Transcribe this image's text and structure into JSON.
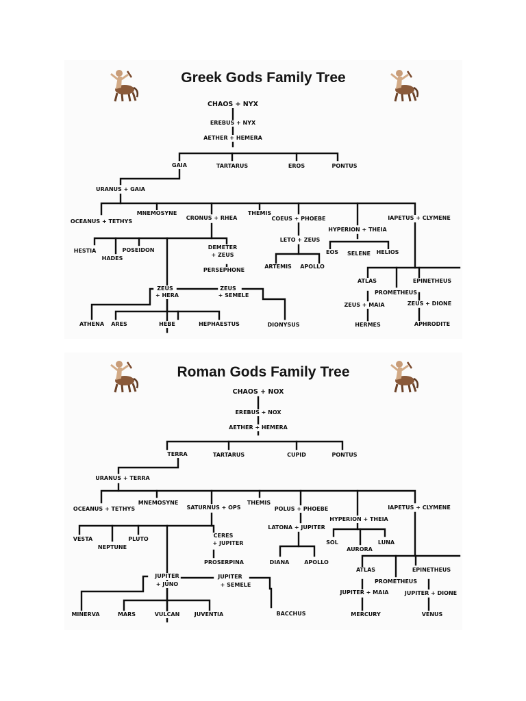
{
  "greek": {
    "title": "Greek Gods Family Tree",
    "labels": {
      "chaos": "CHAOS + NYX",
      "erebus": "EREBUS + NYX",
      "aether": "AETHER + HEMERA",
      "gaia": "GAIA",
      "tartarus": "TARTARUS",
      "eros": "EROS",
      "pontus": "PONTUS",
      "uranus": "URANUS + GAIA",
      "oceanus": "OCEANUS + TETHYS",
      "mnemosyne": "MNEMOSYNE",
      "cronus": "CRONUS + RHEA",
      "themis": "THEMIS",
      "coeus": "COEUS + PHOEBE",
      "hyperion": "HYPERION + THEIA",
      "iapetus": "IAPETUS + CLYMENE",
      "hestia": "HESTIA",
      "hades": "HADES",
      "poseidon": "POSEIDON",
      "demeter1": "DEMETER",
      "demeter2": "+ ZEUS",
      "persephone": "PERSEPHONE",
      "leto": "LETO + ZEUS",
      "artemis": "ARTEMIS",
      "apollo": "APOLLO",
      "eos": "EOS",
      "selene": "SELENE",
      "helios": "HELIOS",
      "atlas": "ATLAS",
      "prometheus": "PROMETHEUS",
      "epimetheus": "EPINETHEUS",
      "zeusmaia": "ZEUS + MAIA",
      "zeusdione": "ZEUS + DIONE",
      "hermes": "HERMES",
      "aphrodite": "APHRODITE",
      "zeushera1": "ZEUS",
      "zeushera2": "+ HERA",
      "zeussemele1": "ZEUS",
      "zeussemele2": "+ SEMELE",
      "athena": "ATHENA",
      "ares": "ARES",
      "hebe": "HEBE",
      "hephaestus": "HEPHAESTUS",
      "dionysus": "DIONYSUS"
    }
  },
  "roman": {
    "title": "Roman Gods Family Tree",
    "labels": {
      "chaos": "CHAOS + NOX",
      "erebus": "EREBUS + NOX",
      "aether": "AETHER + HEMERA",
      "terra": "TERRA",
      "tartarus": "TARTARUS",
      "cupid": "CUPID",
      "pontus": "PONTUS",
      "uranus": "URANUS + TERRA",
      "oceanus": "OCEANUS + TETHYS",
      "mnemosyne": "MNEMOSYNE",
      "saturnus": "SATURNUS + OPS",
      "themis": "THEMIS",
      "polus": "POLUS + PHOEBE",
      "hyperion": "HYPERION + THEIA",
      "iapetus": "IAPETUS + CLYMENE",
      "vesta": "VESTA",
      "neptune": "NEPTUNE",
      "pluto": "PLUTO",
      "ceres1": "CERES",
      "ceres2": "+ JUPITER",
      "proserpina": "PROSERPINA",
      "latona": "LATONA + JUPITER",
      "diana": "DIANA",
      "apollo": "APOLLO",
      "sol": "SOL",
      "aurora": "AURORA",
      "luna": "LUNA",
      "atlas": "ATLAS",
      "prometheus": "PROMETHEUS",
      "epimetheus": "EPINETHEUS",
      "jupitermaia": "JUPITER + MAIA",
      "jupiterdione": "JUPITER + DIONE",
      "mercury": "MERCURY",
      "venus": "VENUS",
      "jupiterjuno1": "JUPITER",
      "jupiterjuno2": "+ JUNO",
      "jupitersemele1": "JUPITER",
      "jupitersemele2": "+ SEMELE",
      "minerva": "MINERVA",
      "mars": "MARS",
      "vulcan": "VULCAN",
      "juventia": "JUVENTIA",
      "bacchus": "BACCHUS"
    }
  },
  "icons": [
    "centaur-icon"
  ],
  "colors": {
    "line": "#0c0c0c",
    "text": "#141414",
    "panel": "#fbfbfb",
    "centaur_body": "#8a5a3a",
    "centaur_skin": "#d2aa86"
  }
}
